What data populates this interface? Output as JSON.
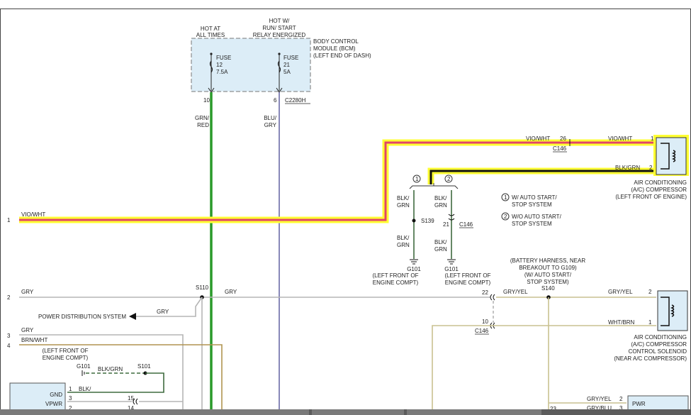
{
  "colors": {
    "vio_wht": "#e0446a",
    "highlight": "#ffff33",
    "grn_red": "#2a9a2a",
    "blu_gry": "#7a7ab0",
    "gry": "#b5b5b5",
    "blk_grn": "#3f6b3f",
    "brn_wht": "#b09450",
    "gry_yel": "#c9c190",
    "module_fill": "#dcedf7",
    "black": "#111111"
  },
  "bcm": {
    "hot_all_1": "HOT AT",
    "hot_all_2": "ALL TIMES",
    "hot_run_1": "HOT W/",
    "hot_run_2": "RUN/ START",
    "hot_run_3": "RELAY ENERGIZED",
    "name_1": "BODY CONTROL",
    "name_2": "MODULE (BCM)",
    "name_3": "(LEFT END OF DASH)",
    "fuse12_label": "FUSE",
    "fuse12_num": "12",
    "fuse12_amp": "7.5A",
    "fuse21_label": "FUSE",
    "fuse21_num": "21",
    "fuse21_amp": "5A",
    "pin_10": "10",
    "pin_6": "6",
    "connector": "C2280H"
  },
  "wires": {
    "grn_red_1": "GRN/",
    "grn_red_2": "RED",
    "blu_gry_1": "BLU/",
    "blu_gry_2": "GRY",
    "vio_wht_left": "VIO/WHT",
    "vio_wht_top": "VIO/WHT",
    "vio_wht_right": "VIO/WHT",
    "blk_grn_right": "BLK/GRN",
    "gry_row2_left": "GRY",
    "gry_row2_mid": "GRY",
    "gry_pds": "GRY",
    "gry_row3": "GRY",
    "brn_wht": "BRN/WHT",
    "gry_yel_top": "GRY/YEL",
    "gry_yel_right": "GRY/YEL",
    "wht_brn": "WHT/BRN",
    "blk_grn_dashed": "BLK/GRN",
    "blk_grn_a1": "BLK/",
    "blk_grn_a2": "GRN",
    "blk_grn_b1": "BLK/",
    "blk_grn_b2": "GRN",
    "blk_grn_c1": "BLK/",
    "blk_grn_c2": "GRN",
    "blk_grn_d1": "BLK/",
    "blk_grn_d2": "GRN",
    "pwr_gry_yel": "GRY/YEL",
    "pwr_gry_blu": "GRY/BLU"
  },
  "pins": {
    "row1": "1",
    "row2": "2",
    "row3": "3",
    "row4": "4",
    "c146_26": "26",
    "c146_21": "21",
    "c146_22": "22",
    "c146_10": "10",
    "comp_1": "1",
    "comp_2": "2",
    "sol_2": "2",
    "sol_1": "1",
    "lm_1": "1",
    "lm_3": "3",
    "lm_2": "2",
    "c15": "15",
    "c14": "14",
    "pwr_2": "2",
    "pwr_3": "3",
    "pwr_23": "23"
  },
  "labels": {
    "c146_a": "C146",
    "c146_b": "C146",
    "c146_c": "C146",
    "s110": "S110",
    "s139": "S139",
    "s140": "S140",
    "s101": "S101",
    "g101_left": "G101",
    "pds": "POWER DISTRIBUTION SYSTEM",
    "g101_a": "G101",
    "g101_a_loc_1": "(LEFT FRONT OF",
    "g101_a_loc_2": "ENGINE COMPT)",
    "g101_b": "G101",
    "g101_b_loc_1": "(LEFT FRONT OF",
    "g101_b_loc_2": "ENGINE COMPT)",
    "left_loc_1": "(LEFT FRONT OF",
    "left_loc_2": "ENGINE COMPT)",
    "note1_num": "1",
    "note2_num": "2",
    "note1_1": "W/ AUTO START/",
    "note1_2": "STOP SYSTEM",
    "note2_1": "W/O AUTO START/",
    "note2_2": "STOP SYSTEM",
    "batt_1": "(BATTERY HARNESS, NEAR",
    "batt_2": "BREAKOUT TO G109)",
    "batt_3": "(W/ AUTO START/",
    "batt_4": "STOP SYSTEM)",
    "comp_1": "AIR CONDITIONING",
    "comp_2": "(A/C) COMPRESSOR",
    "comp_3": "(LEFT FRONT OF ENGINE)",
    "sol_1": "AIR CONDITIONING",
    "sol_2": "(A/C) COMPRESSOR",
    "sol_3": "CONTROL SOLENOID",
    "sol_4": "(NEAR A/C COMPRESSOR)",
    "gnd": "GND",
    "vpwr": "VPWR",
    "pwr": "PWR",
    "bracket_1": "1",
    "bracket_2": "2"
  }
}
